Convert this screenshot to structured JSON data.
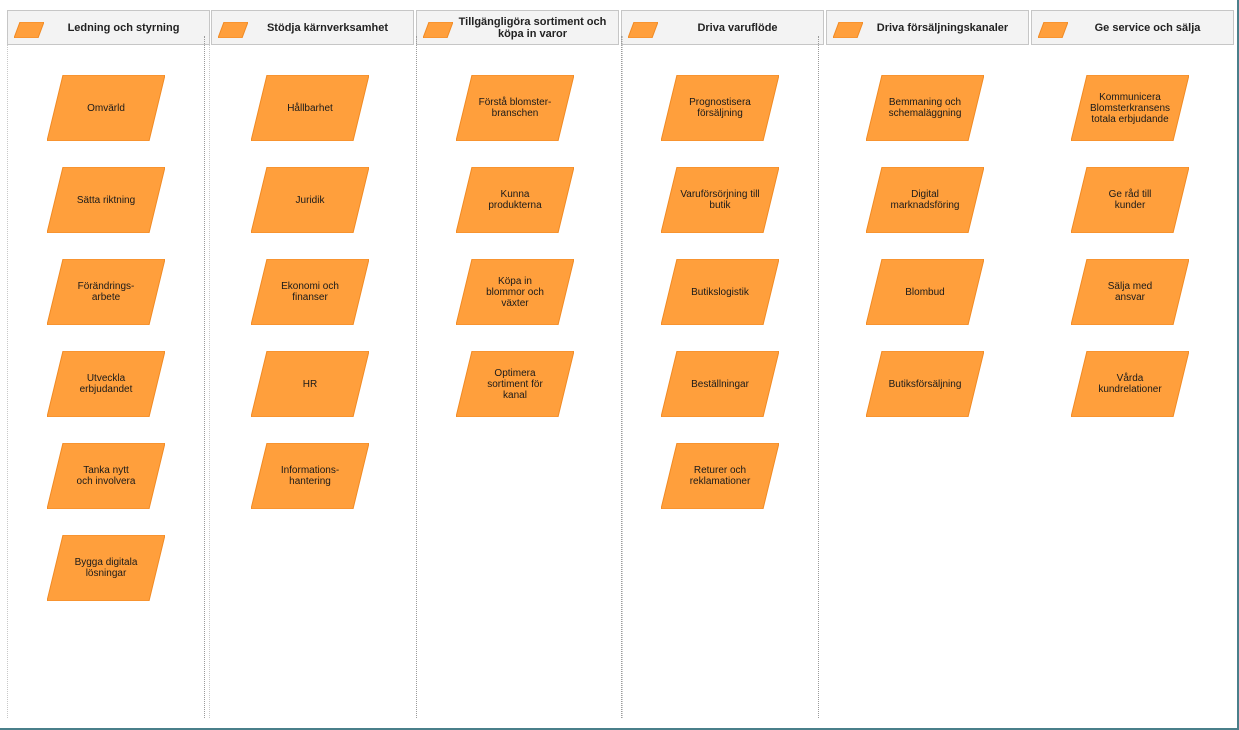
{
  "colors": {
    "activity_fill": "#ff9f3c",
    "activity_stroke": "#f08a24",
    "header_bg": "#f3f3f3",
    "header_border": "#c6c6c6",
    "divider": "#9a9a9a",
    "frame": "#4a7f8a"
  },
  "lanes": [
    {
      "title": "Ledning och styrning",
      "activities": [
        "Omvärld",
        "Sätta riktning",
        "Förändrings-\narbete",
        "Utveckla\nerbjudandet",
        "Tanka nytt\noch involvera",
        "Bygga digitala\nlösningar"
      ]
    },
    {
      "title": "Stödja kärnverksamhet",
      "activities": [
        "Hållbarhet",
        "Juridik",
        "Ekonomi och\nfinanser",
        "HR",
        "Informations-\nhantering"
      ]
    },
    {
      "title": "Tillgängligöra sortiment och köpa in varor",
      "activities": [
        "Förstå blomster-\nbranschen",
        "Kunna\nprodukterna",
        "Köpa in\nblommor och\nväxter",
        "Optimera\nsortiment för\nkanal"
      ]
    },
    {
      "title": "Driva varuflöde",
      "activities": [
        "Prognostisera\nförsäljning",
        "Varuförsörjning till\nbutik",
        "Butikslogistik",
        "Beställningar",
        "Returer och\nreklamationer"
      ]
    },
    {
      "title": "Driva försäljningskanaler",
      "activities": [
        "Bemmaning och\nschemaläggning",
        "Digital\nmarknadsföring",
        "Blombud",
        "Butiksförsäljning"
      ]
    },
    {
      "title": "Ge service och sälja",
      "activities": [
        "Kommunicera\nBlomsterkransens\ntotala erbjudande",
        "Ge råd till\nkunder",
        "Sälja med\nansvar",
        "Vårda kundrelationer"
      ]
    }
  ]
}
